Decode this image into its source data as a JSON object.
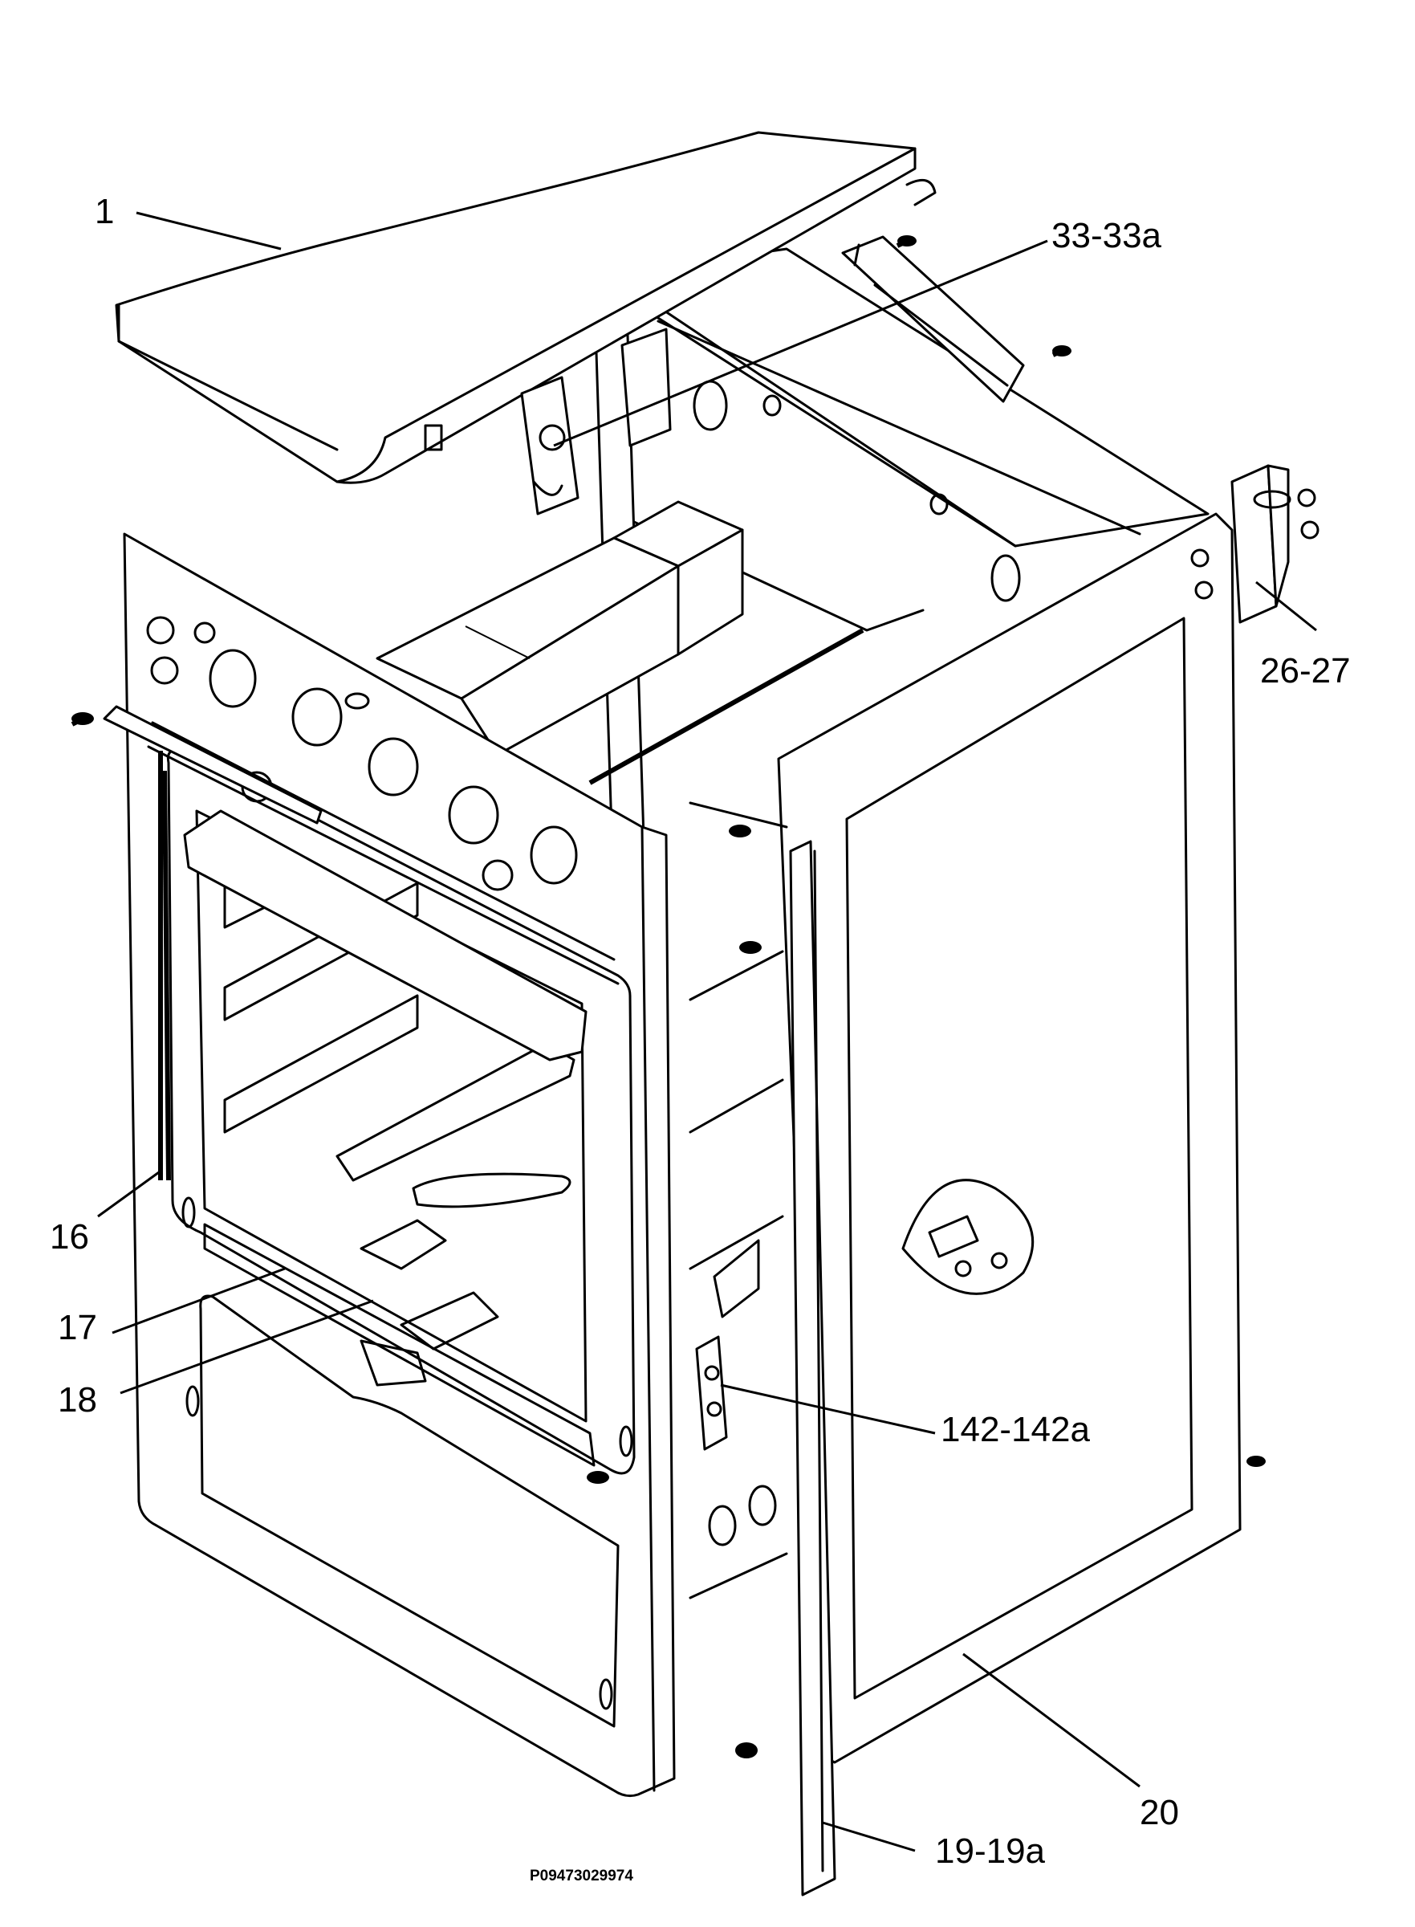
{
  "callouts": [
    {
      "id": "c1",
      "text": "1"
    },
    {
      "id": "c33",
      "text": "33-33a"
    },
    {
      "id": "c26",
      "text": "26-27"
    },
    {
      "id": "c16",
      "text": "16"
    },
    {
      "id": "c17",
      "text": "17"
    },
    {
      "id": "c18",
      "text": "18"
    },
    {
      "id": "c142",
      "text": "142-142a"
    },
    {
      "id": "c20",
      "text": "20"
    },
    {
      "id": "c19",
      "text": "19-19a"
    }
  ],
  "figure_code": "P09473029974"
}
